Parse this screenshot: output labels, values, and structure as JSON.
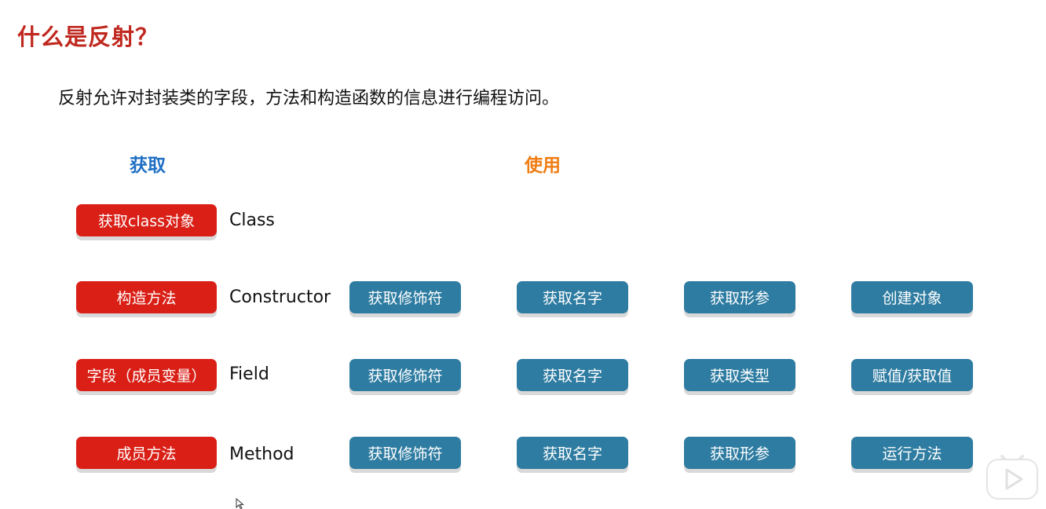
{
  "slide": {
    "title": "什么是反射？",
    "description": "反射允许对封装类的字段，方法和构造函数的信息进行编程访问。"
  },
  "headers": {
    "get": "获取",
    "use": "使用"
  },
  "rows": [
    {
      "button": "获取class对象",
      "label": "Class",
      "actions": []
    },
    {
      "button": "构造方法",
      "label": "Constructor",
      "actions": [
        "获取修饰符",
        "获取名字",
        "获取形参",
        "创建对象"
      ]
    },
    {
      "button": "字段（成员变量）",
      "label": "Field",
      "actions": [
        "获取修饰符",
        "获取名字",
        "获取类型",
        "赋值/获取值"
      ]
    },
    {
      "button": "成员方法",
      "label": "Method",
      "actions": [
        "获取修饰符",
        "获取名字",
        "获取形参",
        "运行方法"
      ]
    }
  ],
  "colors": {
    "title": "#c0281f",
    "get_header": "#1f6fc4",
    "use_header": "#f07d14",
    "red_button": "#d91f16",
    "blue_button": "#2e7ca1"
  }
}
